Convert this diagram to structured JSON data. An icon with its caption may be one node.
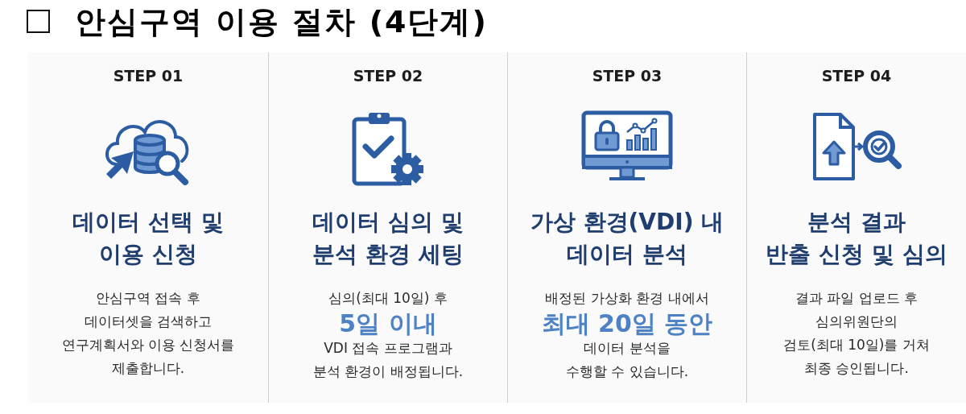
{
  "diagram": {
    "title": "안심구역 이용 절차 (4단계)",
    "nodes": [
      {
        "text": [
          "STEP 01",
          "데이터 선택 및 이용 신청",
          "안심구역 접속 후 데이터셋을 검색하고 연구계획서와 이용 신청서를 제출합니다."
        ]
      },
      {
        "text": [
          "STEP 02",
          "데이터 심의 및 분석 환경 세팅",
          "심의(최대 10일) 후",
          "5일 이내",
          "VDI 접속 프로그램과 분석 환경이 배정됩니다."
        ]
      },
      {
        "text": [
          "STEP 03",
          "가상 환경(VDI) 내 데이터 분석",
          "배정된 가상화 환경 내에서",
          "최대 20일 동안",
          "데이터 분석을 수행할 수 있습니다."
        ]
      },
      {
        "text": [
          "STEP 04",
          "분석 결과 반출 신청 및 심의",
          "결과 파일 업로드 후 심의위원단의 검토(최대 10일)를 거쳐 최종 승인됩니다."
        ]
      }
    ]
  }
}
